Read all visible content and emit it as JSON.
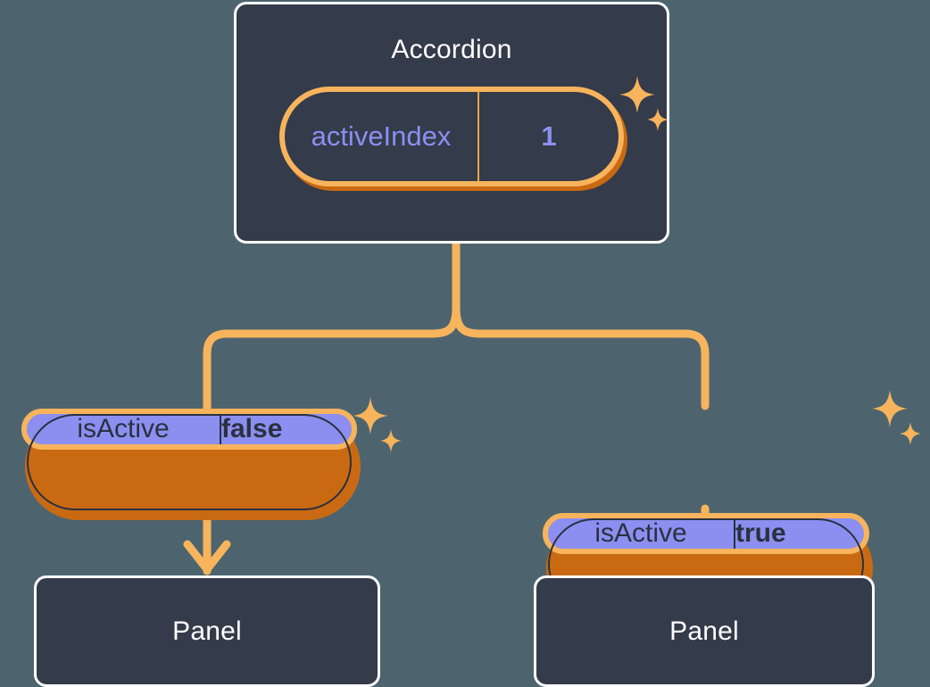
{
  "diagram": {
    "type": "component-state-tree",
    "background_color": "#4d646f",
    "accent_color": "#f7b45c",
    "accent_dark_color": "#c96a12",
    "value_color": "#8c8ff0",
    "card_color": "#343b4a",
    "root": {
      "title": "Accordion",
      "state": {
        "key": "activeIndex",
        "value": "1"
      },
      "sparkle_icon": "sparkle-icon"
    },
    "branches": [
      {
        "prop": {
          "key": "isActive",
          "value": "false"
        },
        "child_title": "Panel",
        "sparkle_icon": "sparkle-icon",
        "arrow_icon": "arrow-down-icon"
      },
      {
        "prop": {
          "key": "isActive",
          "value": "true"
        },
        "child_title": "Panel",
        "sparkle_icon": "sparkle-icon",
        "arrow_icon": "arrow-down-icon"
      }
    ]
  }
}
